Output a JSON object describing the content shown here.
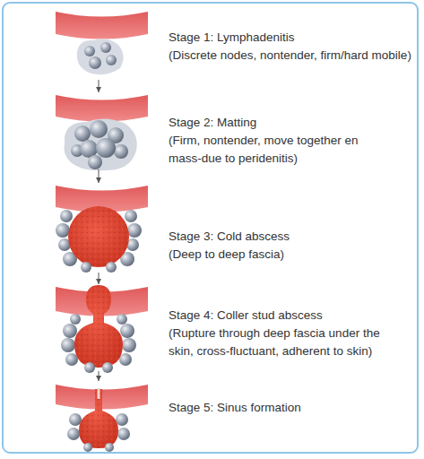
{
  "diagram": {
    "nodes": [
      {
        "text": [
          "Stage 1: Lymphadenitis",
          "(Discrete nodes, nontender, firm/hard mobile)"
        ]
      },
      {
        "text": [
          "Stage 2: Matting",
          "(Firm, nontender, move together en mass-due to peridenitis)"
        ]
      },
      {
        "text": [
          "Stage 3: Cold abscess",
          "(Deep to deep fascia)"
        ]
      },
      {
        "text": [
          "Stage 4: Coller stud abscess",
          "(Rupture through deep fascia under the skin, cross-fluctuant, adherent to skin)"
        ]
      },
      {
        "text": [
          "Stage 5: Sinus formation"
        ]
      }
    ],
    "edges": [
      {
        "from": 0,
        "to": 1,
        "arrow": "to"
      },
      {
        "from": 1,
        "to": 2,
        "arrow": "to"
      },
      {
        "from": 2,
        "to": 3,
        "arrow": "to"
      },
      {
        "from": 3,
        "to": 4,
        "arrow": "to"
      }
    ]
  }
}
